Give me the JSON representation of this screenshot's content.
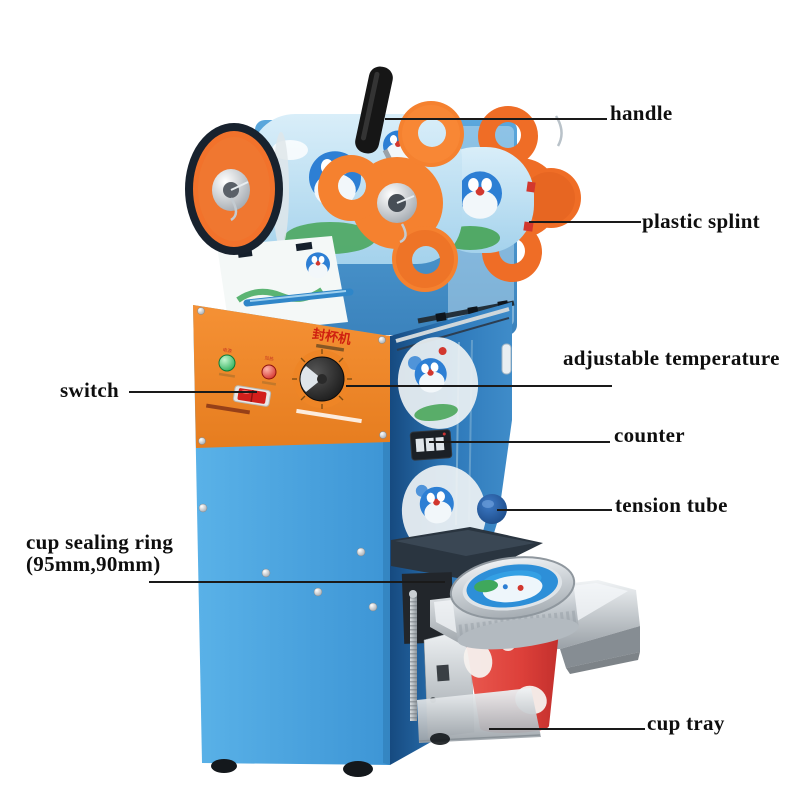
{
  "figure": {
    "subject": "manual cup sealing machine annotated diagram",
    "background": "#ffffff"
  },
  "callouts": {
    "handle": "handle",
    "plastic_splint": "plastic splint",
    "adjustable_temperature": "adjustable temperature",
    "counter": "counter",
    "tension_tube": "tension tube",
    "switch": "switch",
    "cup_sealing_ring": "cup sealing ring",
    "cup_sealing_ring_size": "(95mm,90mm)",
    "cup_tray": "cup tray"
  },
  "machine": {
    "panel_title": "封杯机",
    "power_light_label": "电源",
    "heating_light_label": "加热",
    "colors": {
      "body_blue": "#45a5e2",
      "side_blue": "#1f5f9e",
      "panel_orange": "#ef8428",
      "roll_orange": "#f2712a",
      "splint_orange": "#f5812f",
      "cup_red": "#e0413c",
      "line_black": "#1a1a1a",
      "chrome": "#c9ced3"
    }
  }
}
